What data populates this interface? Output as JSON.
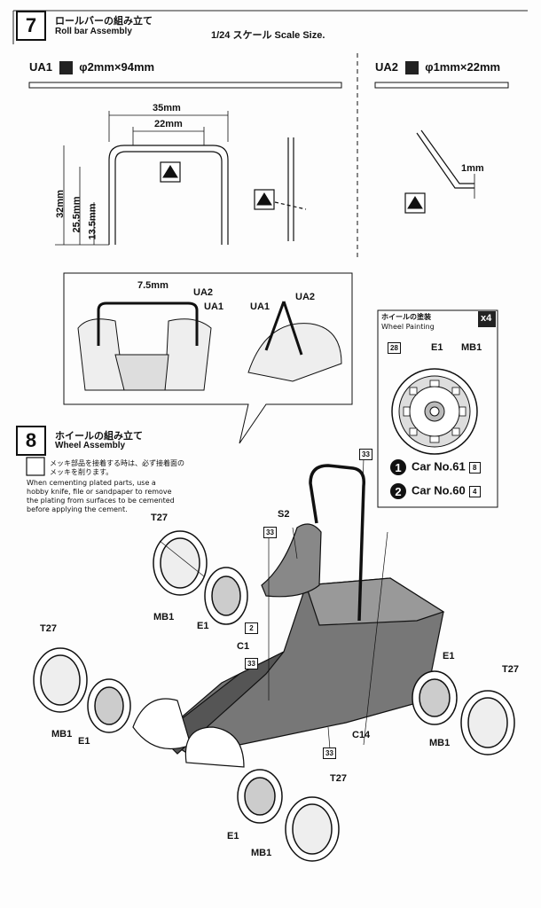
{
  "step7": {
    "number": "7",
    "title_jp": "ロールバーの組み立て",
    "title_en": "Roll bar Assembly",
    "scale": "1/24 スケール  Scale Size.",
    "ua1": {
      "code": "UA1",
      "spec": "φ2mm×94mm"
    },
    "ua2": {
      "code": "UA2",
      "spec": "φ1mm×22mm"
    },
    "dims": {
      "w1": "35mm",
      "w2": "22mm",
      "h1": "32mm",
      "h2": "25.5mm",
      "h3": "13.5mm",
      "bend": "1mm",
      "offset": "7.5mm"
    },
    "callouts": {
      "ua2_a": "UA2",
      "ua1_a": "UA1",
      "ua1_b": "UA1",
      "ua2_b": "UA2"
    }
  },
  "wheel_painting": {
    "title_jp": "ホイールの塗装",
    "title_en": "Wheel Painting",
    "qty": "x4",
    "color_num": "28",
    "e1": "E1",
    "mb1": "MB1",
    "cars": [
      {
        "num": "1",
        "label": "Car No.61",
        "code": "8"
      },
      {
        "num": "2",
        "label": "Car No.60",
        "code": "4"
      }
    ]
  },
  "step8": {
    "number": "8",
    "title_jp": "ホイールの組み立て",
    "title_en": "Wheel Assembly",
    "note_jp": "メッキ部品を接着する時は、必ず接着面の\nメッキを削ります。",
    "note_en": "When cementing plated parts, use a\nhobby knife, file or sandpaper to remove\nthe plating from surfaces to be cemented\nbefore applying the cement."
  },
  "parts": {
    "s2": "S2",
    "c1": "C1",
    "c14": "C14",
    "t27": "T27",
    "e1": "E1",
    "mb1": "MB1",
    "n33": "33",
    "n2": "2"
  }
}
